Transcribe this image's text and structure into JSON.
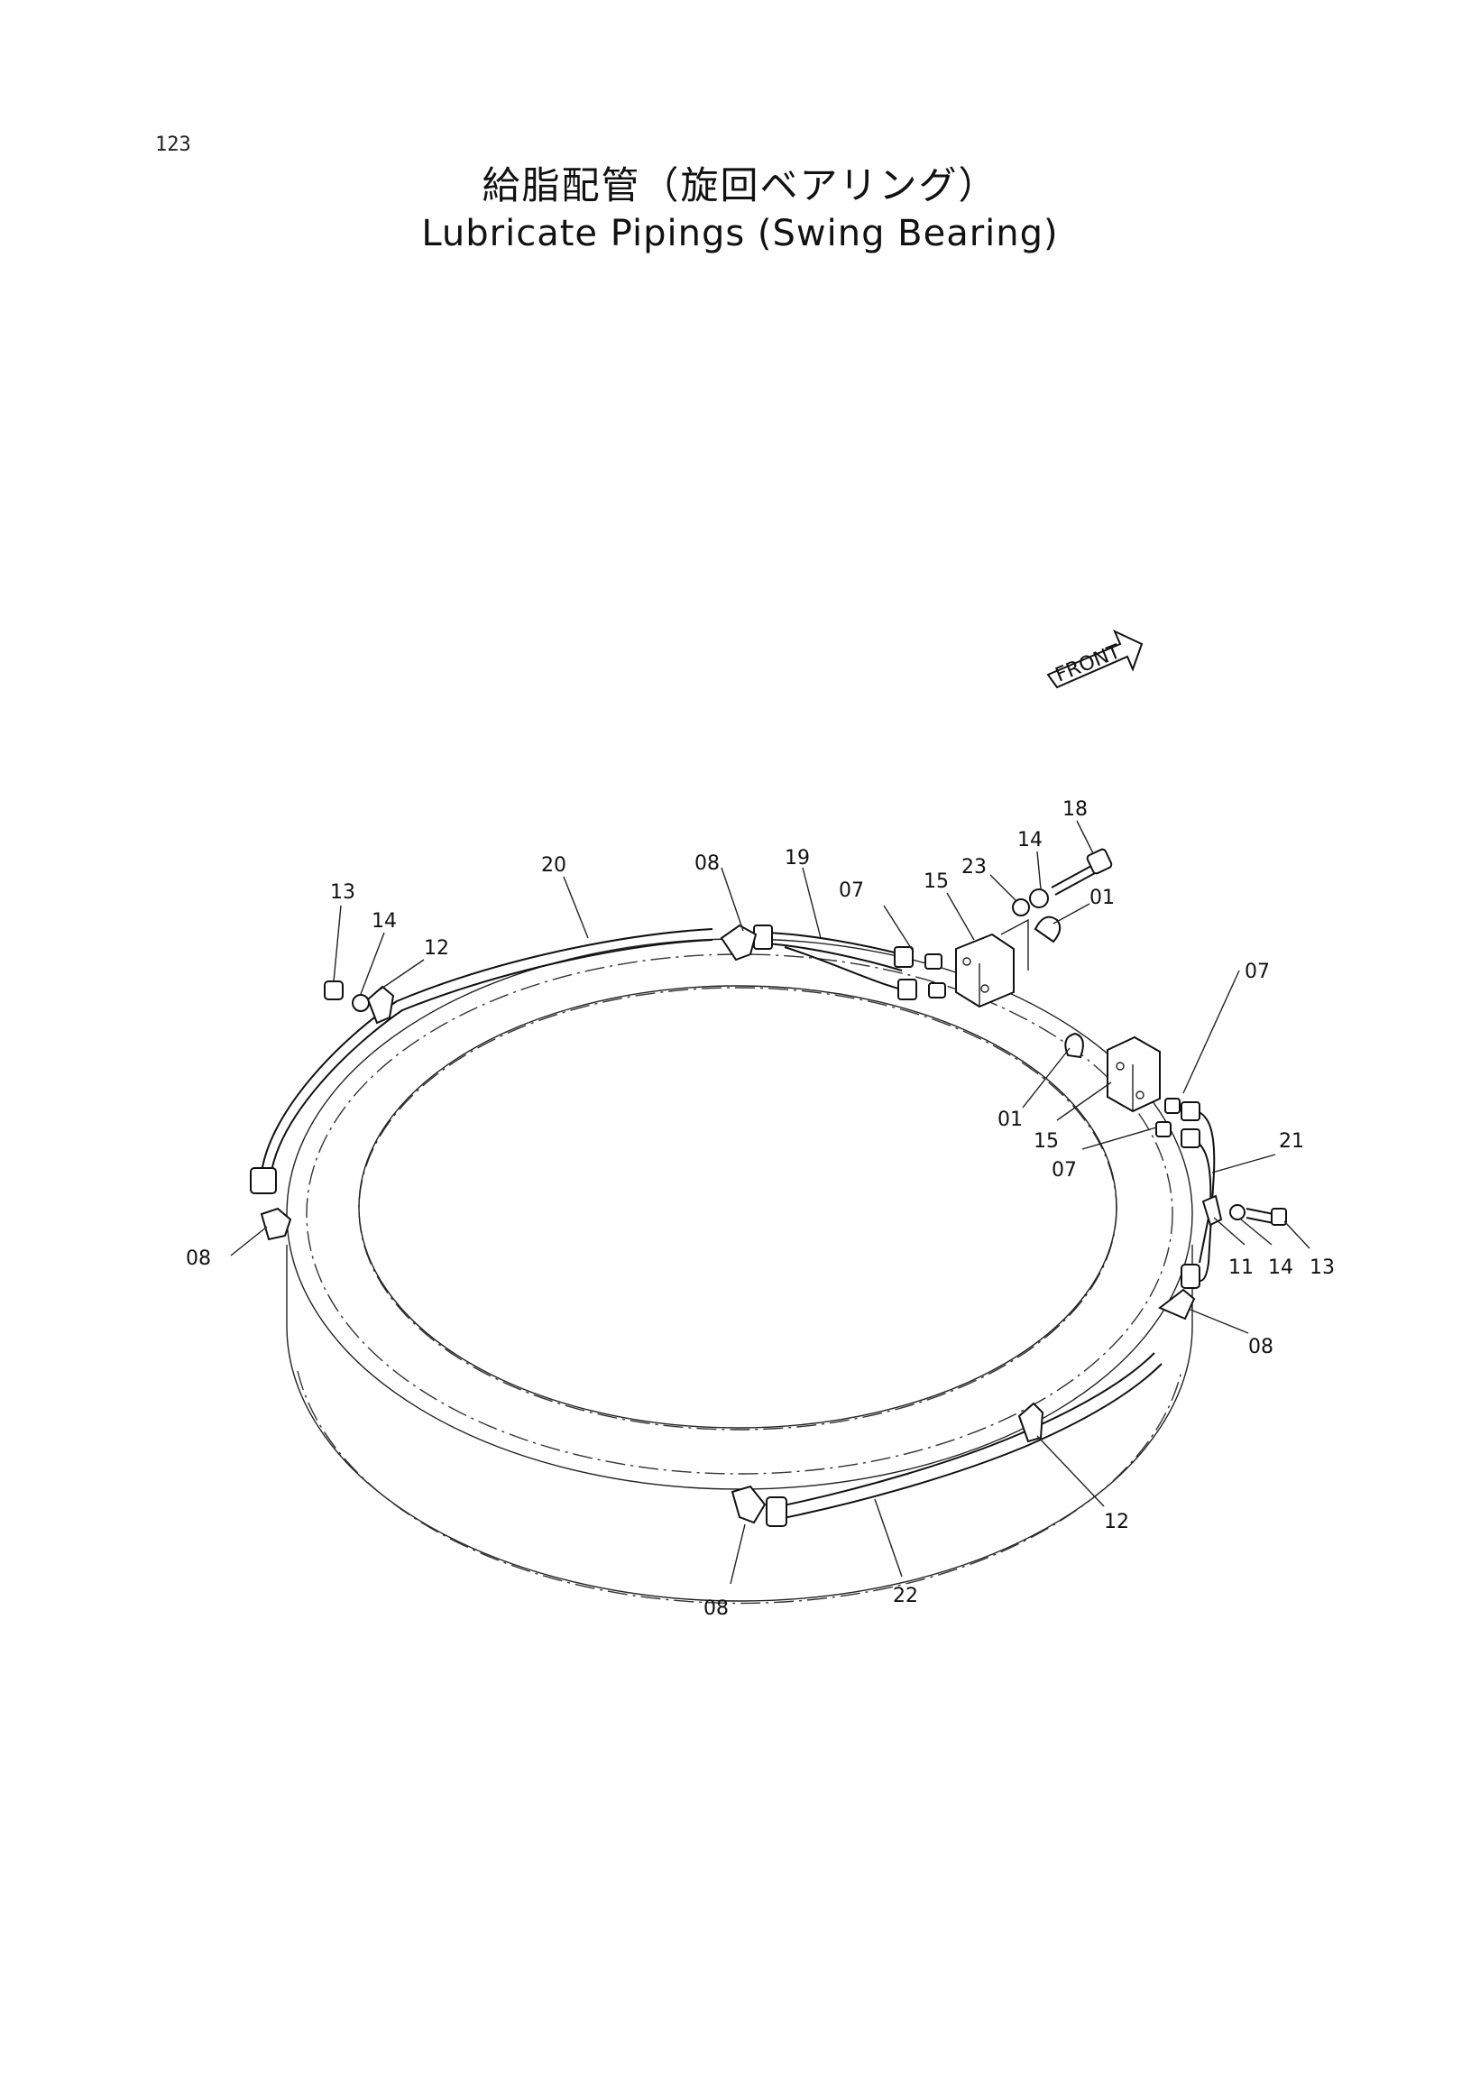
{
  "page_number": "123",
  "title_ja": "給脂配管（旋回ベアリング）",
  "title_en": "Lubricate Pipings (Swing Bearing)",
  "front_label": "FRONT",
  "callouts": {
    "c18": "18",
    "c14a": "14",
    "c23": "23",
    "c01a": "01",
    "c20": "20",
    "c08a": "08",
    "c19": "19",
    "c07a": "07",
    "c15a": "15",
    "c13a": "13",
    "c14b": "14",
    "c12a": "12",
    "c07b": "07",
    "c01b": "01",
    "c15b": "15",
    "c07c": "07",
    "c21": "21",
    "c08b": "08",
    "c11": "11",
    "c14c": "14",
    "c13b": "13",
    "c08c": "08",
    "c12b": "12",
    "c08d": "08",
    "c22": "22"
  }
}
